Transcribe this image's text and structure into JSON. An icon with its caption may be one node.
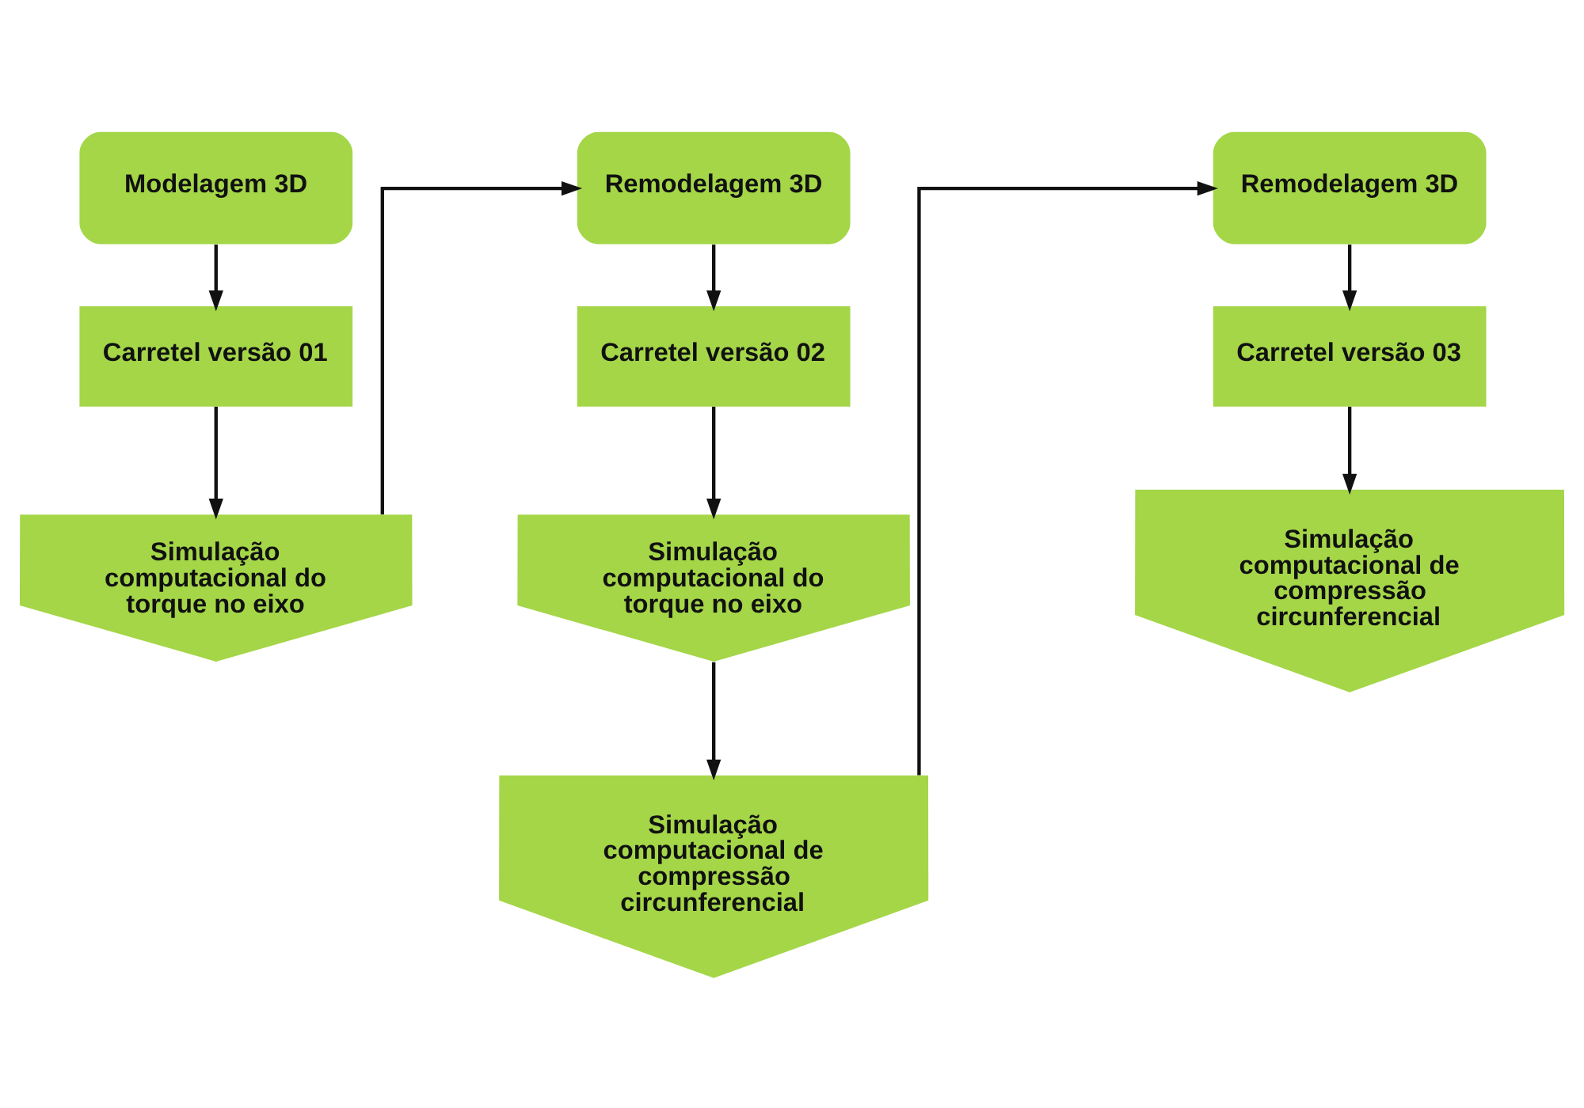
{
  "diagram": {
    "nodes": [
      {
        "text": [
          "Modelagem 3D"
        ]
      },
      {
        "text": [
          "Carretel versão 01"
        ]
      },
      {
        "text": [
          "Simulação computacional do torque no eixo"
        ]
      },
      {
        "text": [
          "Remodelagem 3D"
        ]
      },
      {
        "text": [
          "Carretel versão 02"
        ]
      },
      {
        "text": [
          "Simulação computacional do torque no eixo"
        ]
      },
      {
        "text": [
          "Simulação computacional de compressão circunferencial"
        ]
      },
      {
        "text": [
          "Remodelagem 3D"
        ]
      },
      {
        "text": [
          "Carretel versão 03"
        ]
      },
      {
        "text": [
          "Simulação computacional de compressão circunferencial"
        ]
      }
    ],
    "edges": [
      {
        "from": 0,
        "to": 1,
        "arrow": "to"
      },
      {
        "from": 1,
        "to": 2,
        "arrow": "to"
      },
      {
        "from": 2,
        "to": 3,
        "arrow": "to"
      },
      {
        "from": 3,
        "to": 4,
        "arrow": "to"
      },
      {
        "from": 4,
        "to": 5,
        "arrow": "to"
      },
      {
        "from": 5,
        "to": 6,
        "arrow": "to"
      },
      {
        "from": 6,
        "to": 7,
        "arrow": "to"
      },
      {
        "from": 7,
        "to": 8,
        "arrow": "to"
      },
      {
        "from": 8,
        "to": 9,
        "arrow": "to"
      }
    ]
  }
}
